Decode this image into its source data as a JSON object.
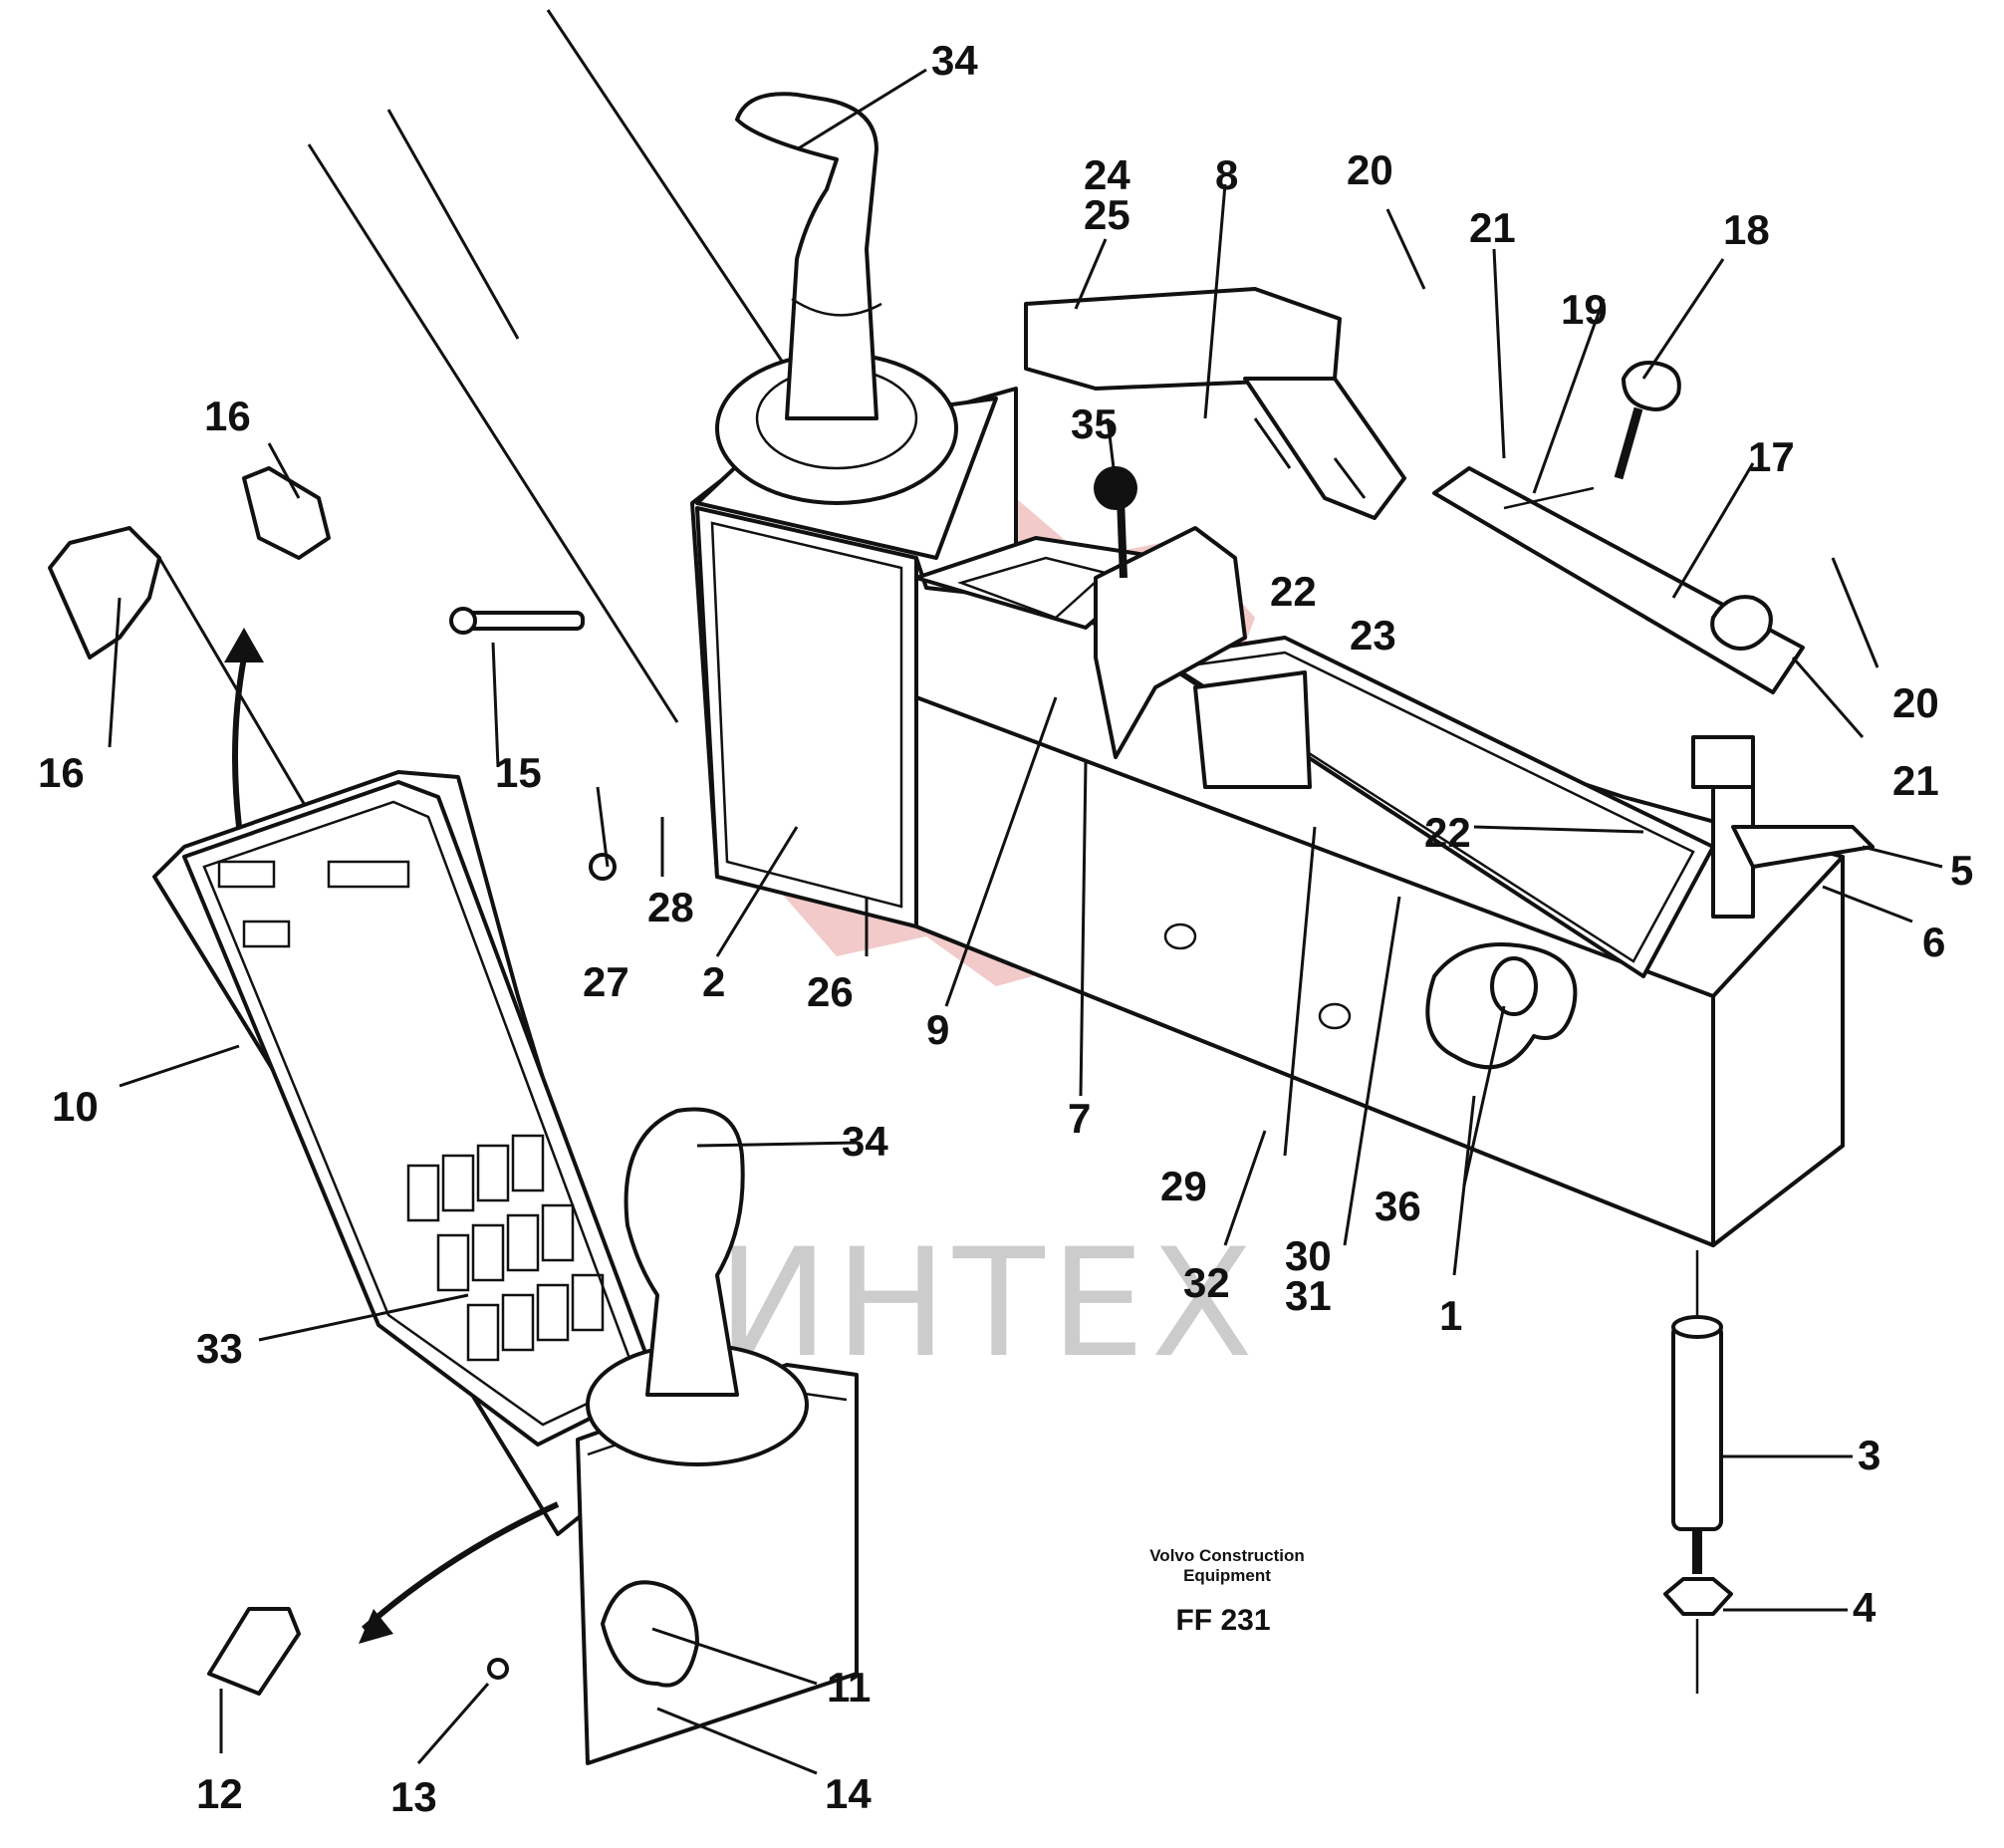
{
  "caption": {
    "line1": "Volvo Construction",
    "line2": "Equipment",
    "code": "FF 231"
  },
  "watermark": {
    "text": "ИНТЕХ",
    "logo_color": "#e8a0a0",
    "text_color": "#cccccc"
  },
  "labels": {
    "l34a": "34",
    "l24": "24",
    "l25": "25",
    "l8": "8",
    "l20a": "20",
    "l21a": "21",
    "l18": "18",
    "l19": "19",
    "l35": "35",
    "l17": "17",
    "l16a": "16",
    "l16b": "16",
    "l22a": "22",
    "l23": "23",
    "l15": "15",
    "l20b": "20",
    "l21b": "21",
    "l22b": "22",
    "l5": "5",
    "l6": "6",
    "l28": "28",
    "l27": "27",
    "l2": "2",
    "l26": "26",
    "l9": "9",
    "l10": "10",
    "l7": "7",
    "l34b": "34",
    "l29": "29",
    "l36": "36",
    "l30": "30",
    "l31": "31",
    "l32": "32",
    "l1": "1",
    "l33": "33",
    "l3": "3",
    "l4": "4",
    "l11": "11",
    "l12": "12",
    "l13": "13",
    "l14": "14"
  }
}
